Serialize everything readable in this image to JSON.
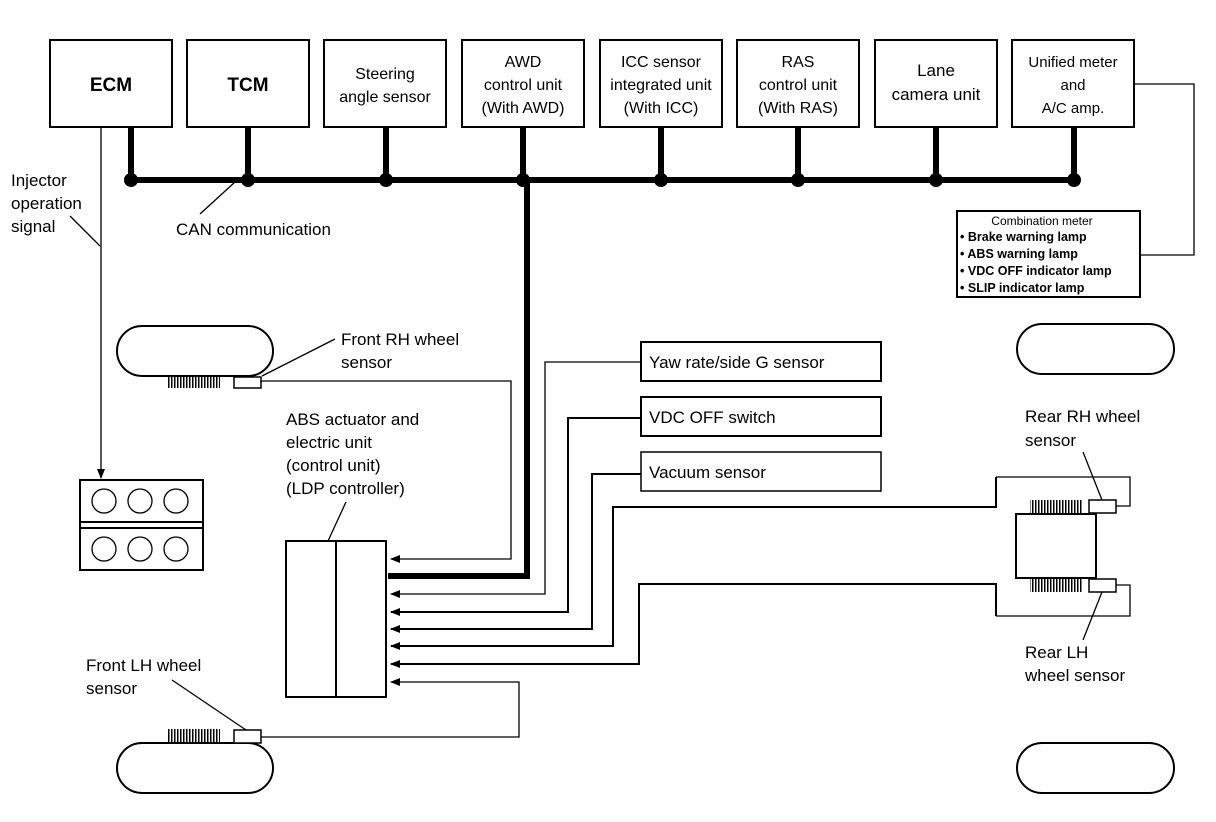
{
  "diagram": {
    "title": "",
    "colors": {
      "line": "#000000",
      "background": "#ffffff"
    },
    "can_modules": [
      {
        "id": "ecm",
        "lines": [
          "ECM"
        ]
      },
      {
        "id": "tcm",
        "lines": [
          "TCM"
        ]
      },
      {
        "id": "steering",
        "lines": [
          "Steering",
          "angle sensor"
        ]
      },
      {
        "id": "awd",
        "lines": [
          "AWD",
          "control unit",
          "(With AWD)"
        ]
      },
      {
        "id": "icc",
        "lines": [
          "ICC sensor",
          "integrated unit",
          "(With ICC)"
        ]
      },
      {
        "id": "ras",
        "lines": [
          "RAS",
          "control unit",
          "(With RAS)"
        ]
      },
      {
        "id": "lane",
        "lines": [
          "Lane",
          "camera unit"
        ]
      },
      {
        "id": "meter",
        "lines": [
          "Unified meter",
          "and",
          "A/C amp."
        ]
      }
    ],
    "labels": {
      "injector": [
        "Injector",
        "operation",
        "signal"
      ],
      "can": "CAN communication",
      "front_rh": [
        "Front RH wheel",
        "sensor"
      ],
      "front_lh": [
        "Front LH wheel",
        "sensor"
      ],
      "rear_rh": [
        "Rear RH wheel",
        "sensor"
      ],
      "rear_lh": [
        "Rear LH",
        "wheel sensor"
      ],
      "abs": [
        "ABS actuator and",
        "electric unit",
        "(control unit)",
        "(LDP controller)"
      ]
    },
    "combination_meter": {
      "title": "Combination meter",
      "items": [
        "Brake warning lamp",
        "ABS warning lamp",
        "VDC OFF indicator lamp",
        "SLIP indicator lamp"
      ],
      "bullet": "•"
    },
    "sensors": [
      {
        "id": "yaw",
        "label": "Yaw rate/side G sensor"
      },
      {
        "id": "vdc",
        "label": "VDC OFF switch"
      },
      {
        "id": "vacuum",
        "label": "Vacuum sensor"
      }
    ],
    "icons": {
      "engine": "engine-cylinders-icon",
      "wheel": "wheel-icon",
      "sensor": "wheel-sensor-icon",
      "tone_ring": "tone-ring-icon"
    }
  }
}
